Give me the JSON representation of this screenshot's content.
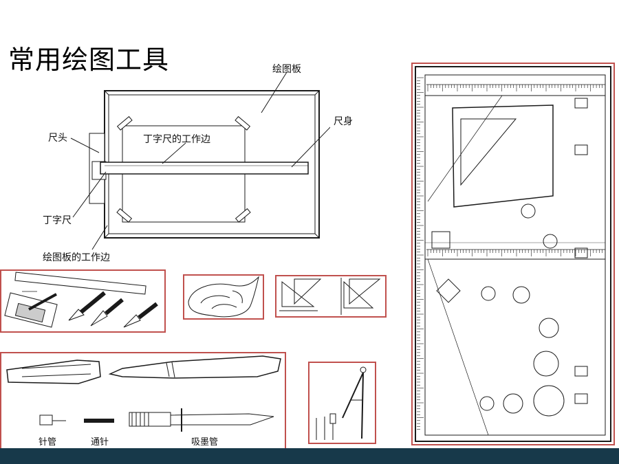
{
  "slide": {
    "title": "常用绘图工具"
  },
  "drawing_board": {
    "label_board": "绘图板",
    "label_head": "尺头",
    "label_body": "尺身",
    "label_t_edge": "丁字尺的工作边",
    "label_t_square": "丁字尺",
    "label_board_edge": "绘图板的工作边"
  },
  "pen_panel": {
    "label_needle": "针管",
    "label_cleaner": "通针",
    "label_ink": "吸墨管"
  },
  "colors": {
    "panel_border": "#c0504d",
    "bottom_bar": "#17394a",
    "line": "#1a1a1a"
  }
}
